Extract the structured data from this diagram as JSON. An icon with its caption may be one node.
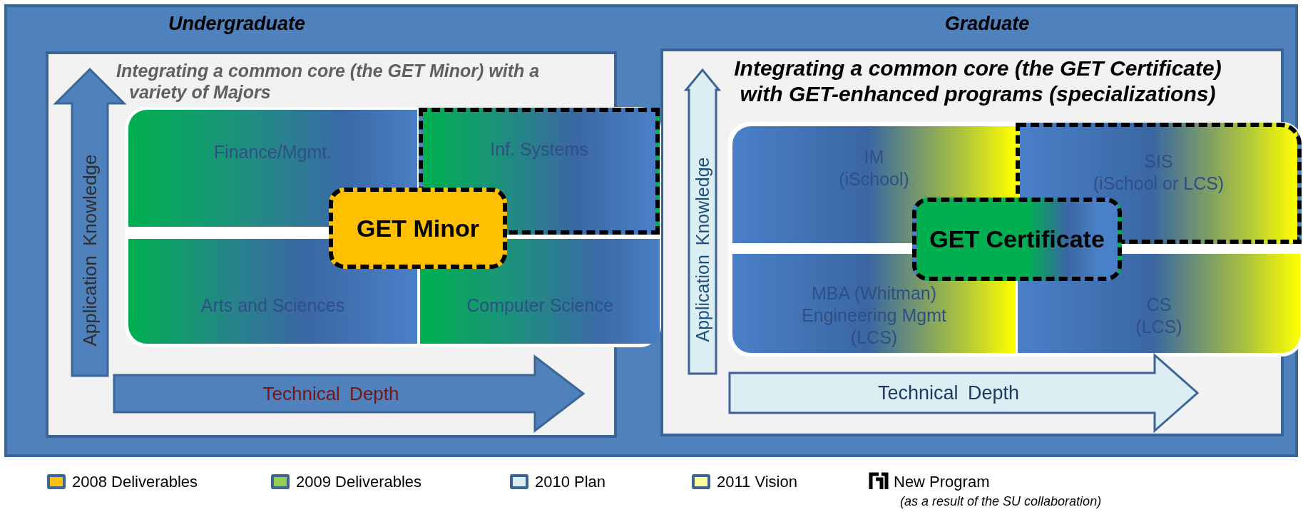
{
  "diagram": {
    "nodes": [
      {
        "text": [
          "Undergraduate",
          "Integrating a common core (the GET Minor) with a variety of Majors"
        ]
      },
      {
        "text": [
          "Application Knowledge"
        ],
        "in": 0
      },
      {
        "text": [
          "Technical Depth"
        ],
        "in": 0
      },
      {
        "text": [
          "Finance/Mgmt."
        ],
        "in": 0
      },
      {
        "text": [
          "Inf. Systems"
        ]
      },
      {
        "text": [
          "Arts and Sciences"
        ],
        "in": 0
      },
      {
        "text": [
          "Computer Science"
        ]
      },
      {
        "text": [
          "GET Minor"
        ],
        "in": 0
      },
      {
        "text": [
          "Graduate",
          "Integrating a common core (the GET Certificate) with GET-enhanced programs (specializations)"
        ]
      },
      {
        "text": [
          "Application Knowledge"
        ],
        "in": 8
      },
      {
        "text": [
          "Technical Depth"
        ],
        "in": 8
      },
      {
        "text": [
          "IM",
          "(iSchool)"
        ],
        "in": 8
      },
      {
        "text": [
          "SIS",
          "(iSchool or LCS)"
        ]
      },
      {
        "text": [
          "MBA (Whitman)",
          "Engineering Mgmt",
          "(LCS)"
        ],
        "in": 8
      },
      {
        "text": [
          "CS",
          "(LCS)"
        ]
      },
      {
        "text": [
          "GET Certificate"
        ],
        "in": 8
      }
    ],
    "labels": [
      "(as a result of the SU collaboration)"
    ],
    "legend": [
      {
        "text": "2008 Deliverables",
        "color": "#ffc000"
      },
      {
        "text": "2009 Deliverables",
        "color": "#92d050"
      },
      {
        "text": "2010 Plan",
        "color": "#dbeef4"
      },
      {
        "text": "2011 Vision",
        "color": "#ffff99"
      },
      {
        "text": "New Program"
      }
    ]
  }
}
